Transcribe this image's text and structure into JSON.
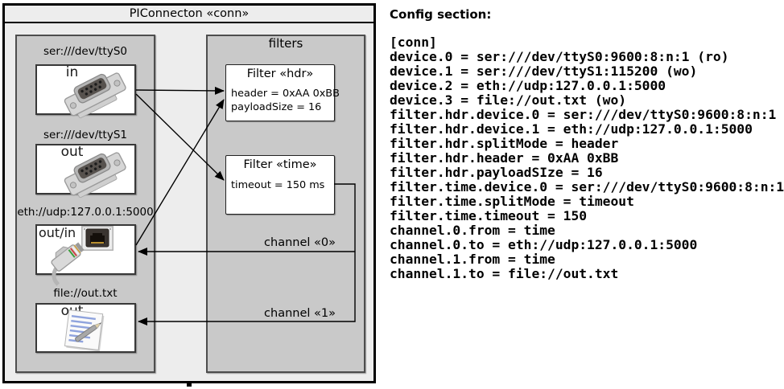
{
  "theme": {
    "frame_bg": "#ededed",
    "panel_fill": "#c9c9c9",
    "box_fill": "#ffffff",
    "panel_border": "#4d4d4d",
    "box_border": "#383838",
    "line": "#000000",
    "text": "#000000"
  },
  "diagram": {
    "title": "PIConnecton «conn»",
    "devices_panel": {
      "devices": [
        {
          "label": "ser:///dev/ttyS0",
          "direction": "in",
          "icon": "serial-connector-icon"
        },
        {
          "label": "ser:///dev/ttyS1",
          "direction": "out",
          "icon": "serial-connector-icon"
        },
        {
          "label": "eth://udp:127.0.0.1:5000",
          "direction": "out/in",
          "icon": "ethernet-port-icon ethernet-plug-icon"
        },
        {
          "label": "file://out.txt",
          "direction": "out",
          "icon": "notepad-pen-icon"
        }
      ]
    },
    "filters_panel": {
      "title": "filters",
      "filters": [
        {
          "title": "Filter «hdr»",
          "attributes": [
            "header = 0xAA 0xBB",
            "payloadSize = 16"
          ]
        },
        {
          "title": "Filter «time»",
          "attributes": [
            "timeout = 150 ms"
          ]
        }
      ]
    },
    "channels": [
      {
        "label": "channel «0»"
      },
      {
        "label": "channel «1»"
      }
    ]
  },
  "config": {
    "heading": "Config section:",
    "lines": [
      "[conn]",
      "device.0 = ser:///dev/ttyS0:9600:8:n:1 (ro)",
      "device.1 = ser:///dev/ttyS1:115200 (wo)",
      "device.2 = eth://udp:127.0.0.1:5000",
      "device.3 = file://out.txt (wo)",
      "filter.hdr.device.0 = ser:///dev/ttyS0:9600:8:n:1",
      "filter.hdr.device.1 = eth://udp:127.0.0.1:5000",
      "filter.hdr.splitMode = header",
      "filter.hdr.header = 0xAA 0xBB",
      "filter.hdr.payloadSIze = 16",
      "filter.time.device.0 = ser:///dev/ttyS0:9600:8:n:1",
      "filter.time.splitMode = timeout",
      "filter.time.timeout = 150",
      "channel.0.from = time",
      "channel.0.to = eth://udp:127.0.0.1:5000",
      "channel.1.from = time",
      "channel.1.to = file://out.txt"
    ]
  }
}
